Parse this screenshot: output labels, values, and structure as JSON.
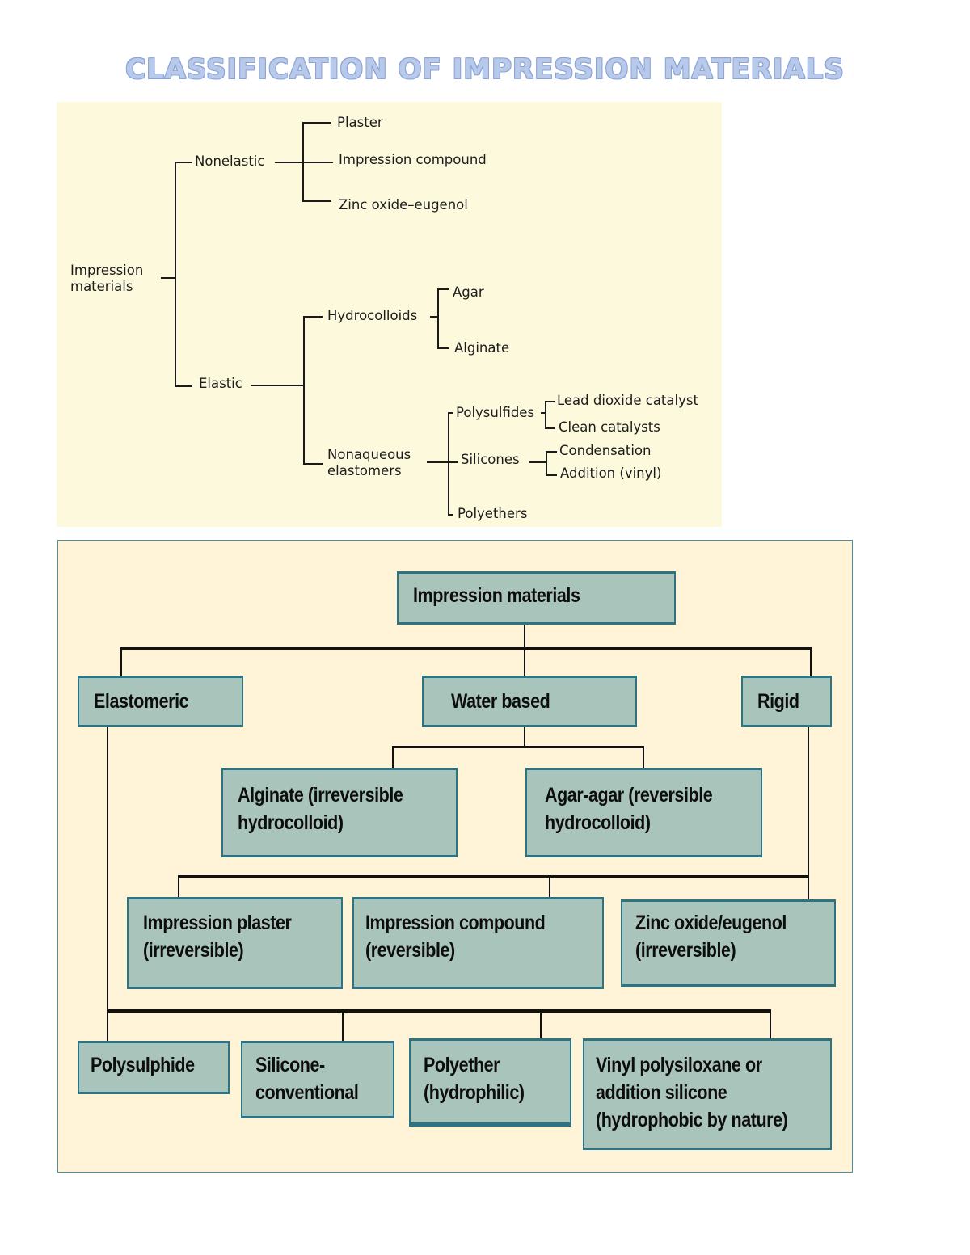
{
  "title": "CLASSIFICATION OF IMPRESSION MATERIALS",
  "upper_diagram": {
    "root": "Impression materials",
    "nonelastic": {
      "label": "Nonelastic",
      "children": [
        "Plaster",
        "Impression compound",
        "Zinc oxide–eugenol"
      ]
    },
    "elastic": {
      "label": "Elastic",
      "hydrocolloids": {
        "label": "Hydrocolloids",
        "children": [
          "Agar",
          "Alginate"
        ]
      },
      "nonaqueous": {
        "label_line1": "Nonaqueous",
        "label_line2": "elastomers",
        "polysulfides": {
          "label": "Polysulfides",
          "children": [
            "Lead dioxide catalyst",
            "Clean catalysts"
          ]
        },
        "silicones": {
          "label": "Silicones",
          "children": [
            "Condensation",
            "Addition (vinyl)"
          ]
        },
        "polyethers": "Polyethers"
      }
    }
  },
  "lower_diagram": {
    "root": "Impression materials",
    "categories": {
      "elastomeric": "Elastomeric",
      "water_based": "Water based",
      "rigid": "Rigid"
    },
    "water_based_children": [
      [
        "Alginate (irreversible",
        "hydrocolloid)"
      ],
      [
        "Agar-agar (reversible",
        "hydrocolloid)"
      ]
    ],
    "rigid_children": [
      [
        "Impression plaster",
        "(irreversible)"
      ],
      [
        "Impression compound",
        "(reversible)"
      ],
      [
        "Zinc oxide/eugenol",
        "(irreversible)"
      ]
    ],
    "elastomeric_children": [
      [
        "Polysulphide"
      ],
      [
        "Silicone-",
        "conventional"
      ],
      [
        "Polyether",
        "(hydrophilic)"
      ],
      [
        "Vinyl polysiloxane or",
        "addition silicone",
        "(hydrophobic by nature)"
      ]
    ]
  }
}
